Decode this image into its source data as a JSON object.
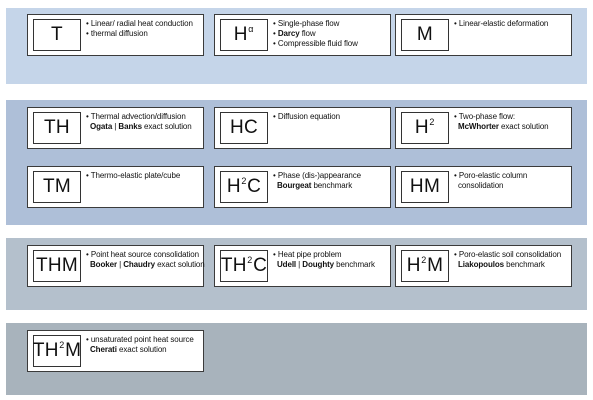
{
  "bands": [
    {
      "cards": [
        {
          "code": "T",
          "sup": "",
          "code_end": "",
          "lines": [
            {
              "bullet": true,
              "parts": [
                {
                  "text": "Linear/ radial heat conduction",
                  "bold": false
                }
              ]
            },
            {
              "bullet": true,
              "parts": [
                {
                  "text": "thermal diffusion",
                  "bold": false
                }
              ]
            }
          ]
        },
        {
          "code": "H",
          "sup": "α",
          "code_end": "",
          "lines": [
            {
              "bullet": true,
              "parts": [
                {
                  "text": "Single-phase flow",
                  "bold": false
                }
              ]
            },
            {
              "bullet": true,
              "parts": [
                {
                  "text": "Darcy",
                  "bold": true
                },
                {
                  "text": " flow",
                  "bold": false
                }
              ]
            },
            {
              "bullet": true,
              "parts": [
                {
                  "text": "Compressible fluid flow",
                  "bold": false
                }
              ]
            }
          ]
        },
        {
          "code": "M",
          "sup": "",
          "code_end": "",
          "lines": [
            {
              "bullet": true,
              "parts": [
                {
                  "text": "Linear-elastic deformation",
                  "bold": false
                }
              ]
            }
          ]
        }
      ]
    },
    {
      "cards": [
        {
          "code": "TH",
          "sup": "",
          "code_end": "",
          "lines": [
            {
              "bullet": true,
              "parts": [
                {
                  "text": "Thermal advection/diffusion",
                  "bold": false
                }
              ]
            },
            {
              "bullet": false,
              "parts": [
                {
                  "text": "Ogata",
                  "bold": true
                },
                {
                  "text": " | ",
                  "bold": false
                },
                {
                  "text": "Banks",
                  "bold": true
                },
                {
                  "text": " exact solution",
                  "bold": false
                }
              ]
            }
          ]
        },
        {
          "code": "HC",
          "sup": "",
          "code_end": "",
          "lines": [
            {
              "bullet": true,
              "parts": [
                {
                  "text": "Diffusion equation",
                  "bold": false
                }
              ]
            }
          ]
        },
        {
          "code": "H",
          "sup": "2",
          "code_end": "",
          "lines": [
            {
              "bullet": true,
              "parts": [
                {
                  "text": "Two-phase flow:",
                  "bold": false
                }
              ]
            },
            {
              "bullet": false,
              "parts": [
                {
                  "text": "McWhorter",
                  "bold": true
                },
                {
                  "text": " exact solution",
                  "bold": false
                }
              ]
            }
          ]
        },
        {
          "code": "TM",
          "sup": "",
          "code_end": "",
          "lines": [
            {
              "bullet": true,
              "parts": [
                {
                  "text": "Thermo-elastic plate/cube",
                  "bold": false
                }
              ]
            }
          ]
        },
        {
          "code": "H",
          "sup": "2",
          "code_end": "C",
          "lines": [
            {
              "bullet": true,
              "parts": [
                {
                  "text": "Phase (dis-)appearance",
                  "bold": false
                }
              ]
            },
            {
              "bullet": false,
              "parts": [
                {
                  "text": "Bourgeat",
                  "bold": true
                },
                {
                  "text": " benchmark",
                  "bold": false
                }
              ]
            }
          ]
        },
        {
          "code": "HM",
          "sup": "",
          "code_end": "",
          "lines": [
            {
              "bullet": true,
              "parts": [
                {
                  "text": "Poro-elastic column",
                  "bold": false
                }
              ]
            },
            {
              "bullet": false,
              "parts": [
                {
                  "text": "consolidation",
                  "bold": false
                }
              ]
            }
          ]
        }
      ]
    },
    {
      "cards": [
        {
          "code": "THM",
          "sup": "",
          "code_end": "",
          "lines": [
            {
              "bullet": true,
              "parts": [
                {
                  "text": "Point heat source consolidation",
                  "bold": false
                }
              ]
            },
            {
              "bullet": false,
              "parts": [
                {
                  "text": "Booker",
                  "bold": true
                },
                {
                  "text": " | ",
                  "bold": false
                },
                {
                  "text": "Chaudry",
                  "bold": true
                },
                {
                  "text": " exact solution",
                  "bold": false
                }
              ]
            }
          ]
        },
        {
          "code": "TH",
          "sup": "2",
          "code_end": "C",
          "lines": [
            {
              "bullet": true,
              "parts": [
                {
                  "text": "Heat pipe problem",
                  "bold": false
                }
              ]
            },
            {
              "bullet": false,
              "parts": [
                {
                  "text": "Udell",
                  "bold": true
                },
                {
                  "text": " | ",
                  "bold": false
                },
                {
                  "text": "Doughty",
                  "bold": true
                },
                {
                  "text": " benchmark",
                  "bold": false
                }
              ]
            }
          ]
        },
        {
          "code": "H",
          "sup": "2",
          "code_end": "M",
          "lines": [
            {
              "bullet": true,
              "parts": [
                {
                  "text": "Poro-elastic soil consolidation",
                  "bold": false
                }
              ]
            },
            {
              "bullet": false,
              "parts": [
                {
                  "text": "Liakopoulos",
                  "bold": true
                },
                {
                  "text": " benchmark",
                  "bold": false
                }
              ]
            }
          ]
        }
      ]
    },
    {
      "cards": [
        {
          "code": "TH",
          "sup": "2",
          "code_end": "M",
          "lines": [
            {
              "bullet": true,
              "parts": [
                {
                  "text": "unsaturated point heat source",
                  "bold": false
                }
              ]
            },
            {
              "bullet": false,
              "parts": [
                {
                  "text": "Cherati",
                  "bold": true
                },
                {
                  "text": " exact solution",
                  "bold": false
                }
              ]
            }
          ]
        }
      ]
    }
  ]
}
